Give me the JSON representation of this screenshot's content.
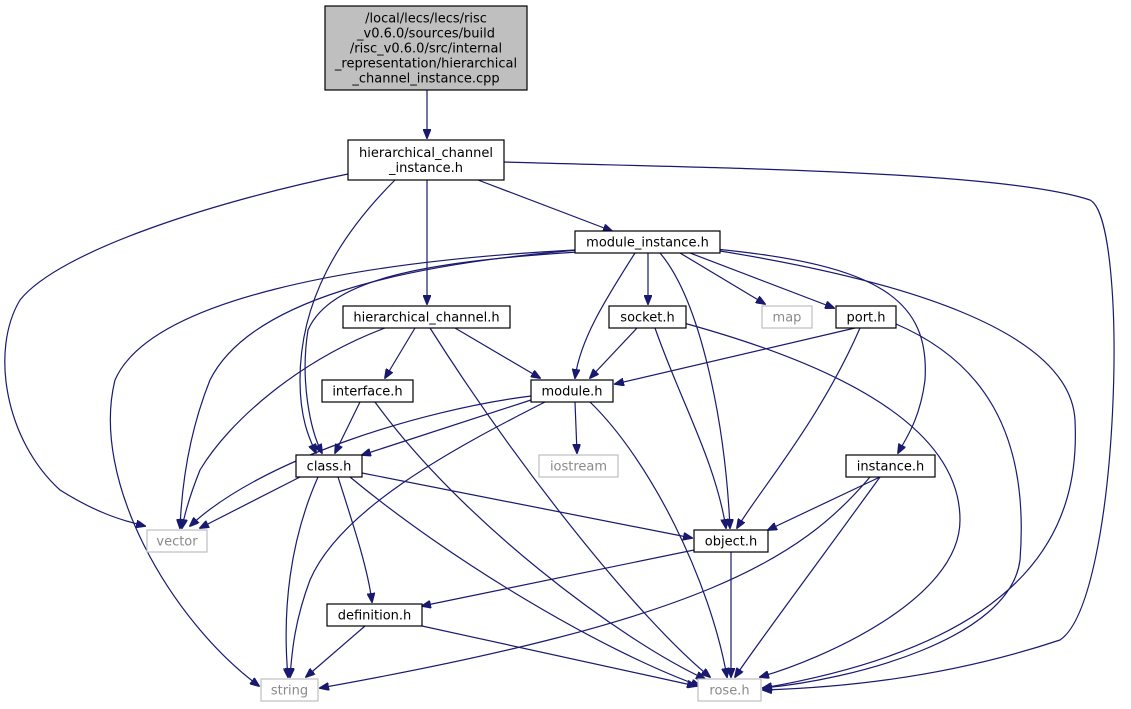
{
  "graph": {
    "nodes": {
      "root": {
        "lines": [
          "/local/lecs/lecs/risc",
          "_v0.6.0/sources/build",
          "/risc_v0.6.0/src/internal",
          "_representation/hierarchical",
          "_channel_instance.cpp"
        ],
        "kind": "root"
      },
      "hci_h": {
        "lines": [
          "hierarchical_channel",
          "_instance.h"
        ],
        "kind": "local"
      },
      "module_instance_h": {
        "lines": [
          "module_instance.h"
        ],
        "kind": "local"
      },
      "hierarchical_channel_h": {
        "lines": [
          "hierarchical_channel.h"
        ],
        "kind": "local"
      },
      "socket_h": {
        "lines": [
          "socket.h"
        ],
        "kind": "local"
      },
      "map": {
        "lines": [
          "map"
        ],
        "kind": "external"
      },
      "port_h": {
        "lines": [
          "port.h"
        ],
        "kind": "local"
      },
      "interface_h": {
        "lines": [
          "interface.h"
        ],
        "kind": "local"
      },
      "module_h": {
        "lines": [
          "module.h"
        ],
        "kind": "local"
      },
      "iostream": {
        "lines": [
          "iostream"
        ],
        "kind": "external"
      },
      "class_h": {
        "lines": [
          "class.h"
        ],
        "kind": "local"
      },
      "instance_h": {
        "lines": [
          "instance.h"
        ],
        "kind": "local"
      },
      "vector": {
        "lines": [
          "vector"
        ],
        "kind": "external"
      },
      "object_h": {
        "lines": [
          "object.h"
        ],
        "kind": "local"
      },
      "definition_h": {
        "lines": [
          "definition.h"
        ],
        "kind": "local"
      },
      "string": {
        "lines": [
          "string"
        ],
        "kind": "external"
      },
      "rose_h": {
        "lines": [
          "rose.h"
        ],
        "kind": "external"
      }
    }
  }
}
